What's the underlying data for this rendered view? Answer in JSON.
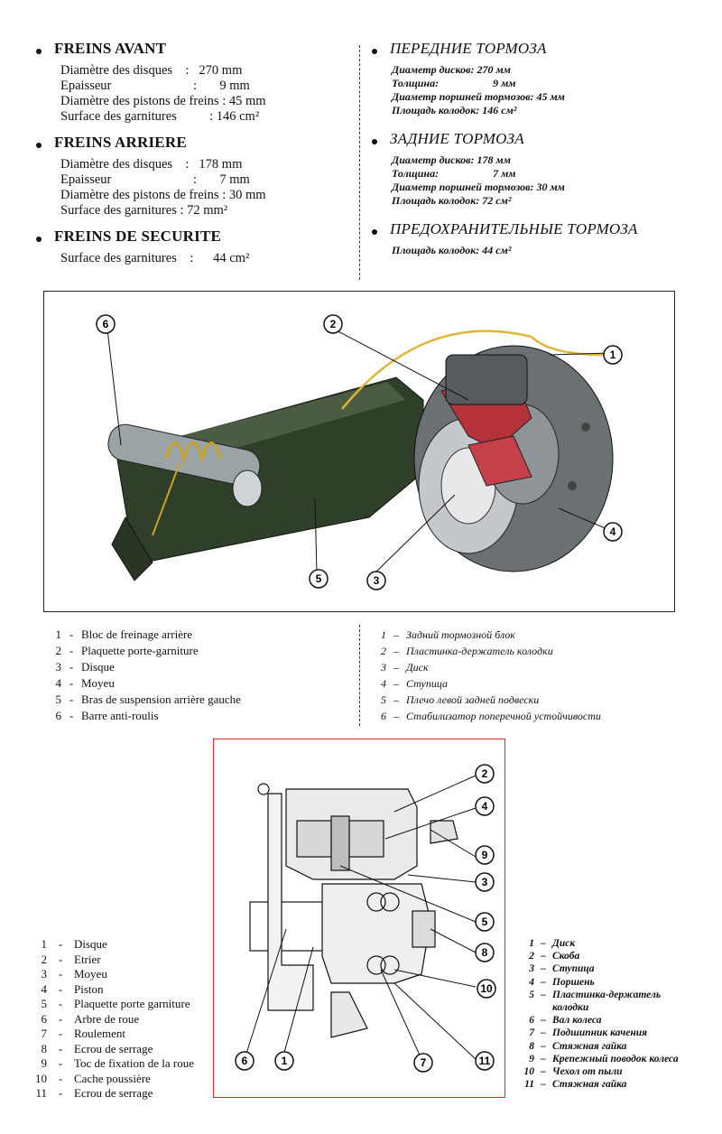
{
  "french": {
    "sections": [
      {
        "title": "FREINS AVANT",
        "lines": [
          "Diamètre des disques    :   270 mm",
          "Epaisseur                         :       9 mm",
          "Diamètre des pistons de freins : 45 mm",
          "Surface des garnitures          : 146 cm²"
        ]
      },
      {
        "title": "FREINS ARRIERE",
        "lines": [
          "Diamètre des disques    :   178 mm",
          "Epaisseur                         :       7 mm",
          "Diamètre des pistons de freins : 30 mm",
          "Surface des garnitures : 72 mm²"
        ]
      },
      {
        "title": "FREINS DE SECURITE",
        "lines": [
          "Surface des garnitures    :      44 cm²"
        ]
      }
    ]
  },
  "russian": {
    "sections": [
      {
        "title": "ПЕРЕДНИЕ ТОРМОЗА",
        "lines": [
          "Диаметр дисков: 270 мм",
          "Толщина:                    9 мм",
          "Диаметр поршней тормозов: 45 мм",
          "Площадь колодок: 146 см²"
        ]
      },
      {
        "title": "ЗАДНИЕ ТОРМОЗА",
        "lines": [
          "Диаметр дисков: 178 мм",
          "Толщина:                    7 мм",
          "Диаметр поршней тормозов: 30 мм",
          "Площадь колодок: 72 см²"
        ]
      },
      {
        "title": "ПРЕДОХРАНИТЕЛЬНЫЕ ТОРМОЗА",
        "lines": [
          "Площадь колодок: 44 см²"
        ]
      }
    ]
  },
  "figure1": {
    "callouts": [
      "1",
      "2",
      "3",
      "4",
      "5",
      "6"
    ]
  },
  "figure2": {
    "callouts": [
      "1",
      "2",
      "3",
      "4",
      "5",
      "6",
      "7",
      "8",
      "9",
      "10",
      "11"
    ]
  },
  "legend1_fr": [
    {
      "n": "1",
      "t": "Bloc de freinage arrière"
    },
    {
      "n": "2",
      "t": "Plaquette porte-garniture"
    },
    {
      "n": "3",
      "t": "Disque"
    },
    {
      "n": "4",
      "t": "Moyeu"
    },
    {
      "n": "5",
      "t": "Bras de suspension arrière gauche"
    },
    {
      "n": "6",
      "t": "Barre anti-roulis"
    }
  ],
  "legend1_ru": [
    {
      "n": "1",
      "t": "Задний тормозной блок"
    },
    {
      "n": "2",
      "t": "Пластинка-держатель колодки"
    },
    {
      "n": "3",
      "t": "Диск"
    },
    {
      "n": "4",
      "t": "Ступица"
    },
    {
      "n": "5",
      "t": "Плечо левой задней подвески"
    },
    {
      "n": "6",
      "t": "Стабилизатор поперечной устойчивости"
    }
  ],
  "legend2_fr": [
    {
      "n": "1",
      "t": "Disque"
    },
    {
      "n": "2",
      "t": "Etrier"
    },
    {
      "n": "3",
      "t": "Moyeu"
    },
    {
      "n": "4",
      "t": "Piston"
    },
    {
      "n": "5",
      "t": "Plaquette porte garniture"
    },
    {
      "n": "6",
      "t": "Arbre de roue"
    },
    {
      "n": "7",
      "t": "Roulement"
    },
    {
      "n": "8",
      "t": "Ecrou de serrage"
    },
    {
      "n": "9",
      "t": "Toc de fixation de la roue"
    },
    {
      "n": "10",
      "t": "Cache poussière"
    },
    {
      "n": "11",
      "t": "Ecrou de serrage"
    }
  ],
  "legend2_ru": [
    {
      "n": "1",
      "t": "Диск"
    },
    {
      "n": "2",
      "t": "Скоба"
    },
    {
      "n": "3",
      "t": "Ступица"
    },
    {
      "n": "4",
      "t": "Поршень"
    },
    {
      "n": "5",
      "t": "Пластинка-держатель колодки"
    },
    {
      "n": "6",
      "t": "Вал колеса"
    },
    {
      "n": "7",
      "t": "Подшипник качения"
    },
    {
      "n": "8",
      "t": "Стяжная гайка"
    },
    {
      "n": "9",
      "t": "Крепежный поводок колеса"
    },
    {
      "n": "10",
      "t": "Чехол от пыли"
    },
    {
      "n": "11",
      "t": "Стяжная гайка"
    }
  ]
}
